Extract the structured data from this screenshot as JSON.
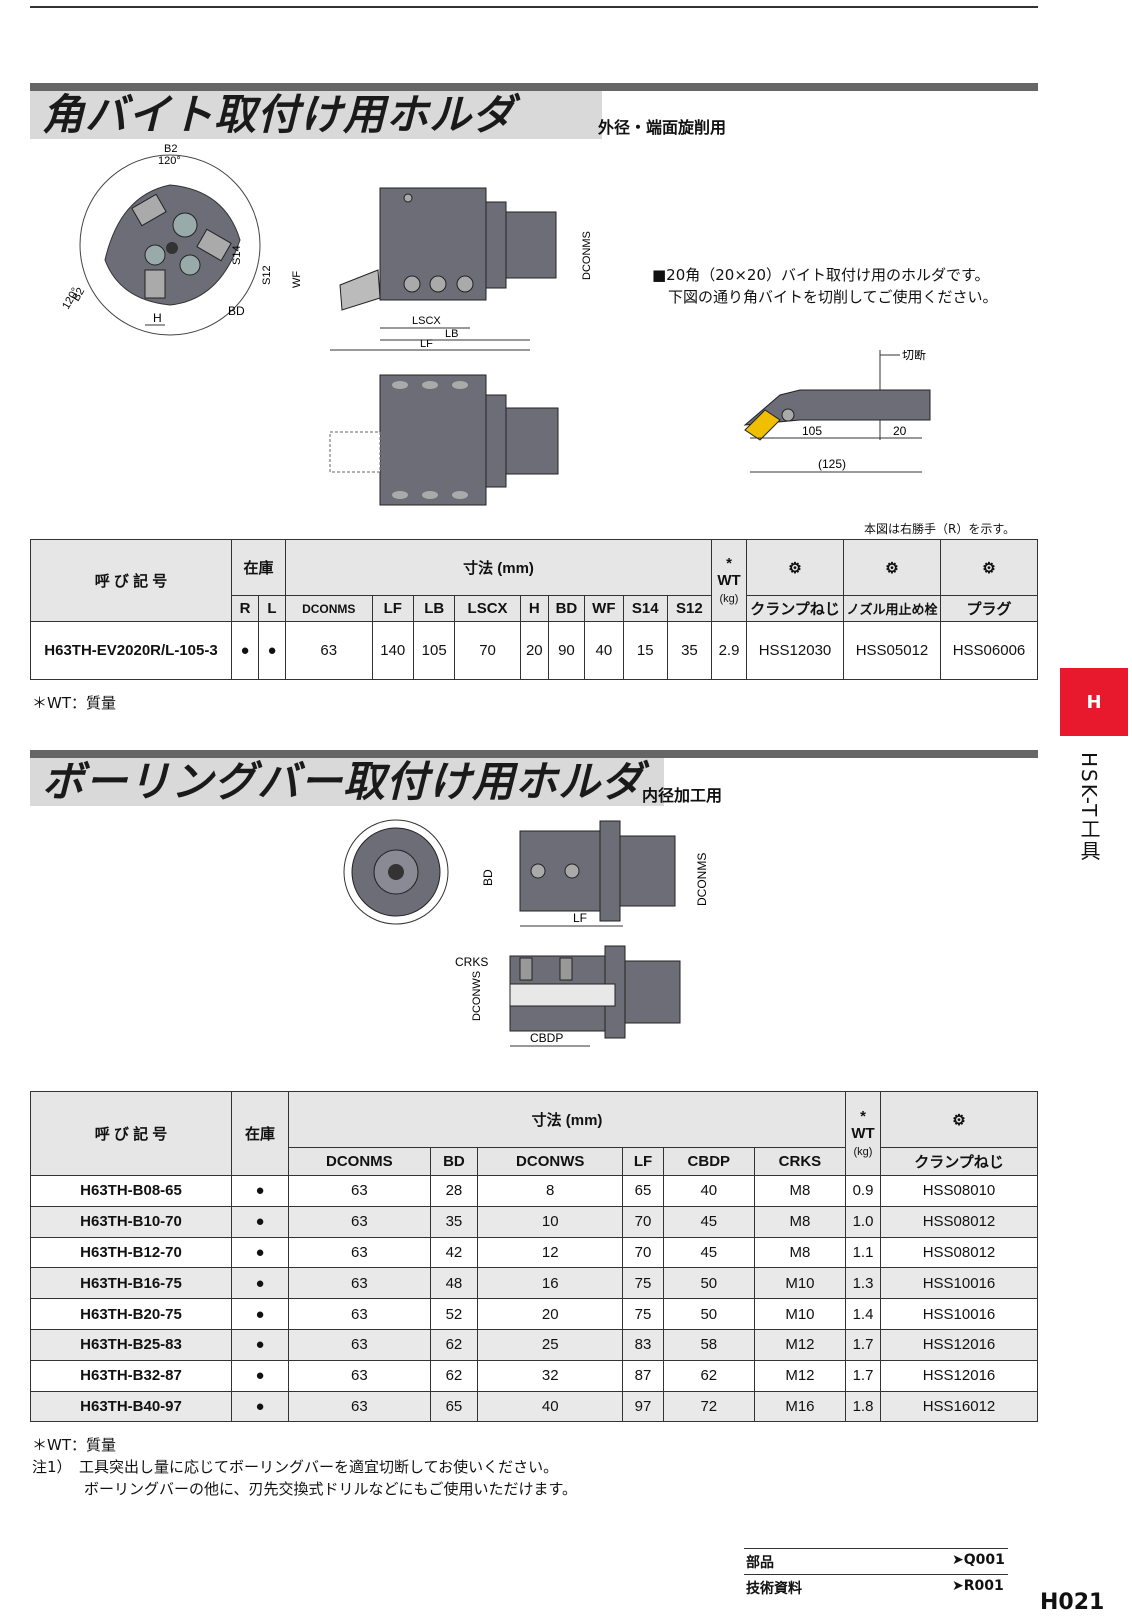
{
  "section1": {
    "title": "角バイト取付け用ホルダ",
    "subtitle": "外径・端面旋削用",
    "note_line1": "■20角（20×20）バイト取付け用のホルダです。",
    "note_line2": "下図の通り角バイトを切削してご使用ください。",
    "cut_label": "切断",
    "dim_105": "105",
    "dim_20": "20",
    "dim_125": "(125)",
    "hand_note": "本図は右勝手（R）を示す。",
    "diagram_labels": {
      "b2_top": "B2",
      "deg_top": "120°",
      "b2_left": "B2",
      "deg_left": "120°",
      "s14": "S14",
      "s12": "S12",
      "wf": "WF",
      "bd": "BD",
      "h": "H",
      "lscx": "LSCX",
      "lb": "LB",
      "lf": "LF",
      "dconms": "DCONMS"
    },
    "table": {
      "h_name": "呼 び 記 号",
      "h_stock": "在庫",
      "h_dims": "寸法 (mm)",
      "h_wt": "WT",
      "h_wt_star": "*",
      "h_kg": "(kg)",
      "h_r": "R",
      "h_l": "L",
      "cols": [
        "DCONMS",
        "LF",
        "LB",
        "LSCX",
        "H",
        "BD",
        "WF",
        "S14",
        "S12"
      ],
      "h_clamp": "クランプねじ",
      "h_nozzle": "ノズル用止め栓",
      "h_plug": "プラグ",
      "row": {
        "code": "H63TH-EV2020R/L-105-3",
        "r": "●",
        "l": "●",
        "values": [
          "63",
          "140",
          "105",
          "70",
          "20",
          "90",
          "40",
          "15",
          "35"
        ],
        "wt": "2.9",
        "clamp": "HSS12030",
        "nozzle": "HSS05012",
        "plug": "HSS06006"
      }
    },
    "footnote": "＊WT：質量"
  },
  "section2": {
    "title": "ボーリングバー取付け用ホルダ",
    "subtitle": "内径加工用",
    "diagram_labels": {
      "bd": "BD",
      "dconms": "DCONMS",
      "lf": "LF",
      "crks": "CRKS",
      "dconws": "DCONWS",
      "cbdp": "CBDP"
    },
    "table": {
      "h_name": "呼 び 記 号",
      "h_stock": "在庫",
      "h_dims": "寸法 (mm)",
      "h_wt": "WT",
      "h_wt_star": "*",
      "h_kg": "(kg)",
      "cols": [
        "DCONMS",
        "BD",
        "DCONWS",
        "LF",
        "CBDP",
        "CRKS"
      ],
      "h_clamp": "クランプねじ",
      "rows": [
        {
          "code": "H63TH-B08-65",
          "stock": "●",
          "values": [
            "63",
            "28",
            "8",
            "65",
            "40",
            "M8"
          ],
          "wt": "0.9",
          "clamp": "HSS08010"
        },
        {
          "code": "H63TH-B10-70",
          "stock": "●",
          "values": [
            "63",
            "35",
            "10",
            "70",
            "45",
            "M8"
          ],
          "wt": "1.0",
          "clamp": "HSS08012"
        },
        {
          "code": "H63TH-B12-70",
          "stock": "●",
          "values": [
            "63",
            "42",
            "12",
            "70",
            "45",
            "M8"
          ],
          "wt": "1.1",
          "clamp": "HSS08012"
        },
        {
          "code": "H63TH-B16-75",
          "stock": "●",
          "values": [
            "63",
            "48",
            "16",
            "75",
            "50",
            "M10"
          ],
          "wt": "1.3",
          "clamp": "HSS10016"
        },
        {
          "code": "H63TH-B20-75",
          "stock": "●",
          "values": [
            "63",
            "52",
            "20",
            "75",
            "50",
            "M10"
          ],
          "wt": "1.4",
          "clamp": "HSS10016"
        },
        {
          "code": "H63TH-B25-83",
          "stock": "●",
          "values": [
            "63",
            "62",
            "25",
            "83",
            "58",
            "M12"
          ],
          "wt": "1.7",
          "clamp": "HSS12016"
        },
        {
          "code": "H63TH-B32-87",
          "stock": "●",
          "values": [
            "63",
            "62",
            "32",
            "87",
            "62",
            "M12"
          ],
          "wt": "1.7",
          "clamp": "HSS12016"
        },
        {
          "code": "H63TH-B40-97",
          "stock": "●",
          "values": [
            "63",
            "65",
            "40",
            "97",
            "72",
            "M16"
          ],
          "wt": "1.8",
          "clamp": "HSS16012"
        }
      ]
    },
    "footnote": "＊WT：質量",
    "note1": "注1）　工具突出し量に応じてボーリングバーを適宜切断してお使いください。",
    "note2": "ボーリングバーの他に、刃先交換式ドリルなどにもご使用いただけます。"
  },
  "side_tab": {
    "letter": "H",
    "text": "HSK-T工具"
  },
  "refs": [
    {
      "label": "部品",
      "target": "➤Q001"
    },
    {
      "label": "技術資料",
      "target": "➤R001"
    }
  ],
  "page_number": "H021"
}
